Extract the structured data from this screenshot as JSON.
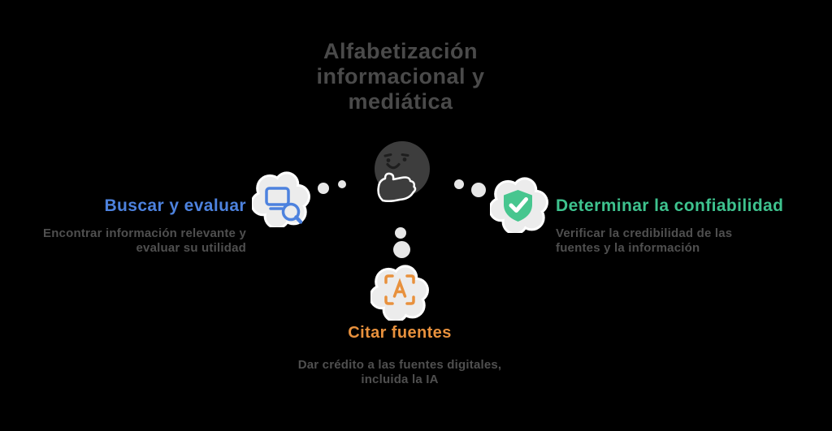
{
  "colors": {
    "background": "#000000",
    "heading_text": "#4a4a4a",
    "body_text": "#4f4f4f",
    "blue": "#4d82de",
    "green": "#3ec28e",
    "orange": "#e8913d",
    "cloud_fill": "#ececec",
    "face_fill": "#3d3d3d"
  },
  "title": {
    "text": "Alfabetización informacional y mediática"
  },
  "center": {
    "icon": "thinking-face-icon"
  },
  "branches": {
    "left": {
      "icon": "screen-search-icon",
      "title": "Buscar y evaluar",
      "description": "Encontrar información relevante y evaluar su utilidad"
    },
    "right": {
      "icon": "shield-check-icon",
      "title": "Determinar la confiabilidad",
      "description": "Verificar la credibilidad de las fuentes y la información"
    },
    "bottom": {
      "icon": "cite-text-frame-icon",
      "title": "Citar fuentes",
      "description": "Dar crédito a las fuentes digitales, incluida la IA"
    }
  }
}
